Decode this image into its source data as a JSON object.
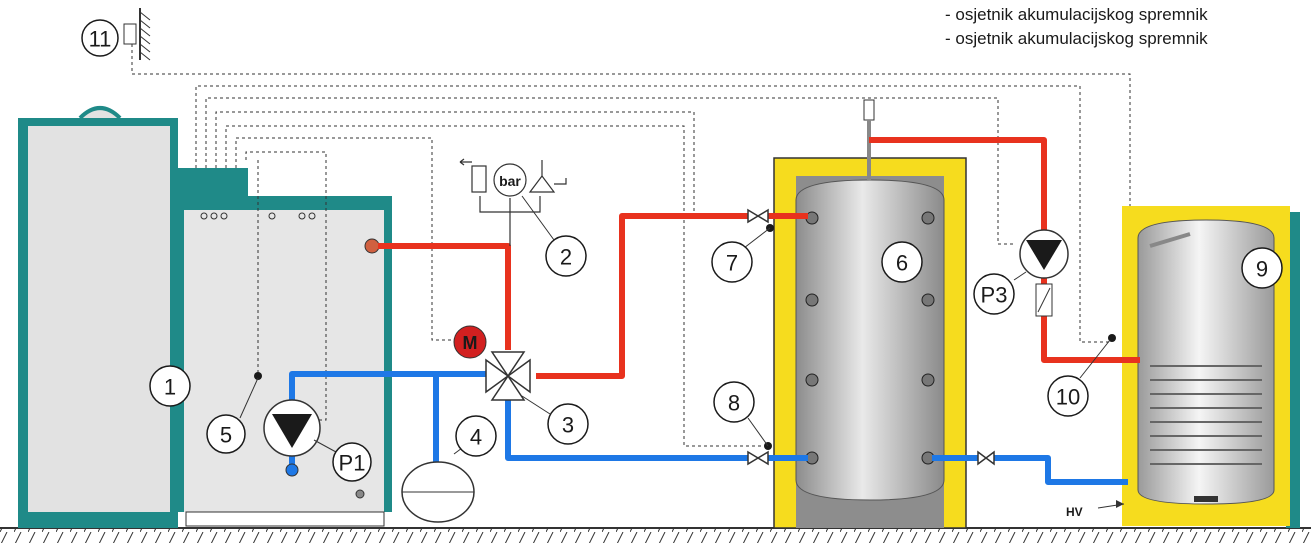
{
  "legend": {
    "lines": [
      "- osjetnik akumulacijskog spremnik",
      "- osjetnik akumulacijskog spremnik"
    ]
  },
  "labels": {
    "boiler": "1",
    "pressure_group": "2",
    "mixing_valve": "3",
    "expansion_vessel": "4",
    "sensor_return": "5",
    "buffer_tank": "6",
    "sensor_tank_top": "7",
    "sensor_tank_bottom": "8",
    "dhw_tank": "9",
    "sensor_dhw": "10",
    "outdoor_sensor": "11",
    "pump_p1": "P1",
    "pump_p3": "P3",
    "motor": "M",
    "manometer": "bar",
    "cold_water": "HV"
  },
  "colors": {
    "hot_pipe": "#e8321e",
    "cold_pipe": "#1e78e6",
    "boiler_frame": "#1f8a88",
    "insulation": "#f6dc1e",
    "motor": "#d22020"
  }
}
